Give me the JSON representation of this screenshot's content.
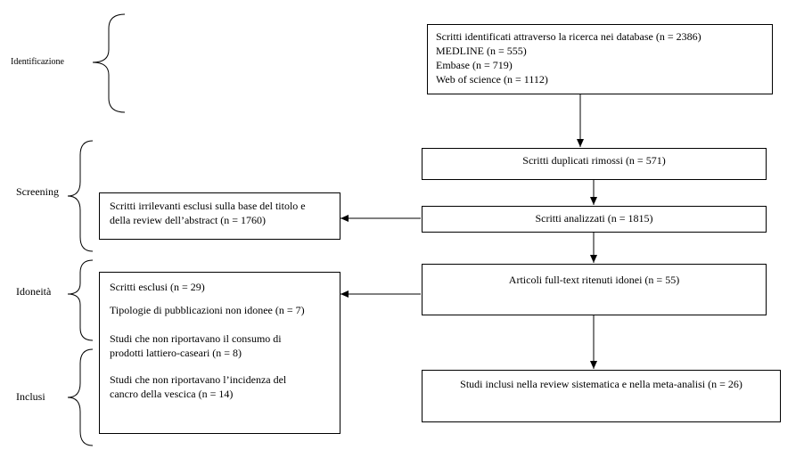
{
  "stages": {
    "identification": "Identificazione",
    "screening": "Screening",
    "eligibility": "Idoneità",
    "included": "Inclusi"
  },
  "boxes": {
    "identified": {
      "line1": "Scritti identificati attraverso la ricerca nei database (n = 2386)",
      "line2": "MEDLINE (n = 555)",
      "line3": "Embase (n = 719)",
      "line4": "Web of science (n = 1112)"
    },
    "duplicates": "Scritti duplicati rimossi (n = 571)",
    "screened": "Scritti analizzati (n = 1815)",
    "excluded_title": {
      "line1": "Scritti irrilevanti esclusi sulla base del titolo e",
      "line2": "della review dell’abstract (n = 1760)"
    },
    "fulltext": "Articoli full-text ritenuti idonei (n = 55)",
    "excluded_fulltext": {
      "title": "Scritti esclusi (n = 29)",
      "reason1": "Tipologie di pubblicazioni non idonee (n = 7)",
      "reason2_line1": "Studi che non riportavano il consumo di",
      "reason2_line2": "prodotti lattiero-caseari (n = 8)",
      "reason3_line1": "Studi che non riportavano l’incidenza del",
      "reason3_line2": "cancro della vescica (n = 14)"
    },
    "included": "Studi inclusi nella review sistematica e nella meta-analisi (n = 26)"
  }
}
